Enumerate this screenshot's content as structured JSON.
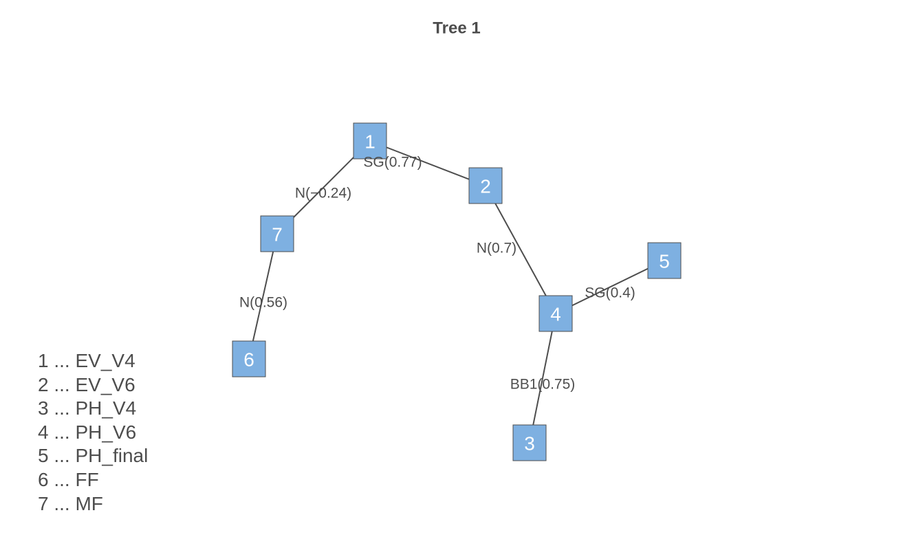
{
  "title": "Tree 1",
  "nodes": [
    {
      "id": "1",
      "label": "1"
    },
    {
      "id": "2",
      "label": "2"
    },
    {
      "id": "3",
      "label": "3"
    },
    {
      "id": "4",
      "label": "4"
    },
    {
      "id": "5",
      "label": "5"
    },
    {
      "id": "6",
      "label": "6"
    },
    {
      "id": "7",
      "label": "7"
    }
  ],
  "edges": [
    {
      "from": "1",
      "to": "2",
      "label": "SG(0.77)"
    },
    {
      "from": "1",
      "to": "7",
      "label": "N(−0.24)"
    },
    {
      "from": "7",
      "to": "6",
      "label": "N(0.56)"
    },
    {
      "from": "2",
      "to": "4",
      "label": "N(0.7)"
    },
    {
      "from": "4",
      "to": "5",
      "label": "SG(0.4)"
    },
    {
      "from": "4",
      "to": "3",
      "label": "BB1(0.75)"
    }
  ],
  "legend": [
    "1 ... EV_V4",
    "2 ... EV_V6",
    "3 ... PH_V4",
    "4 ... PH_V6",
    "5 ... PH_final",
    "6 ... FF",
    "7 ... MF"
  ],
  "colors": {
    "node_fill": "#7eb0e1",
    "edge": "#4d4d4d",
    "text": "#4d4d4d",
    "node_text": "#ffffff"
  }
}
